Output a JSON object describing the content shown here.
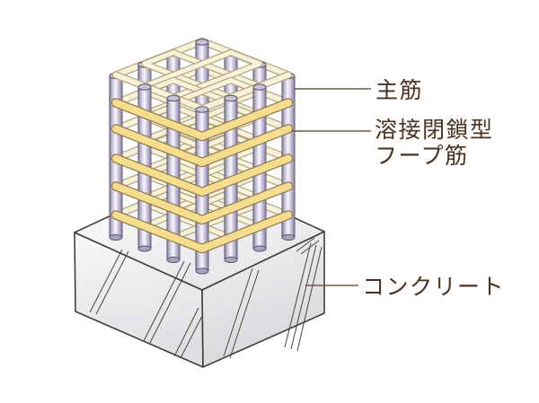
{
  "diagram": {
    "title": "reinforced-concrete-column-diagram",
    "labels": {
      "main_rebar": "主筋",
      "hoop_line1": "溶接閉鎖型",
      "hoop_line2": "フープ筋",
      "concrete": "コンクリート"
    },
    "colors": {
      "background": "#ffffff",
      "label_text": "#4a3120",
      "leader_line": "#6f5d4a",
      "rebar_edge": "#8d85a5",
      "rebar_mid": "#d8d4e4",
      "rebar_light": "#f7f6fa",
      "rebar_shade": "#a89fbd",
      "rebar_dark": "#978eae",
      "rebar_cap": "#c8c2d7",
      "rebar_bottom": "#aba2c0",
      "rebar_outline": "#5c5673",
      "hoop_yellow": "#f6dd8d",
      "hoop_outline": "#8a7951",
      "tie_cream": "#f9f2da",
      "tie_outline": "#b2a57d",
      "concrete_top_light": "#ffffff",
      "concrete_top_dark": "#e6e6e9",
      "concrete_left_light": "#f8f8f9",
      "concrete_left_dark": "#dfdfe3",
      "concrete_right_light": "#f2f2f4",
      "concrete_right_dark": "#d8d8dc",
      "concrete_outline": "#453e37",
      "hatch_line": "#4a443e"
    }
  }
}
